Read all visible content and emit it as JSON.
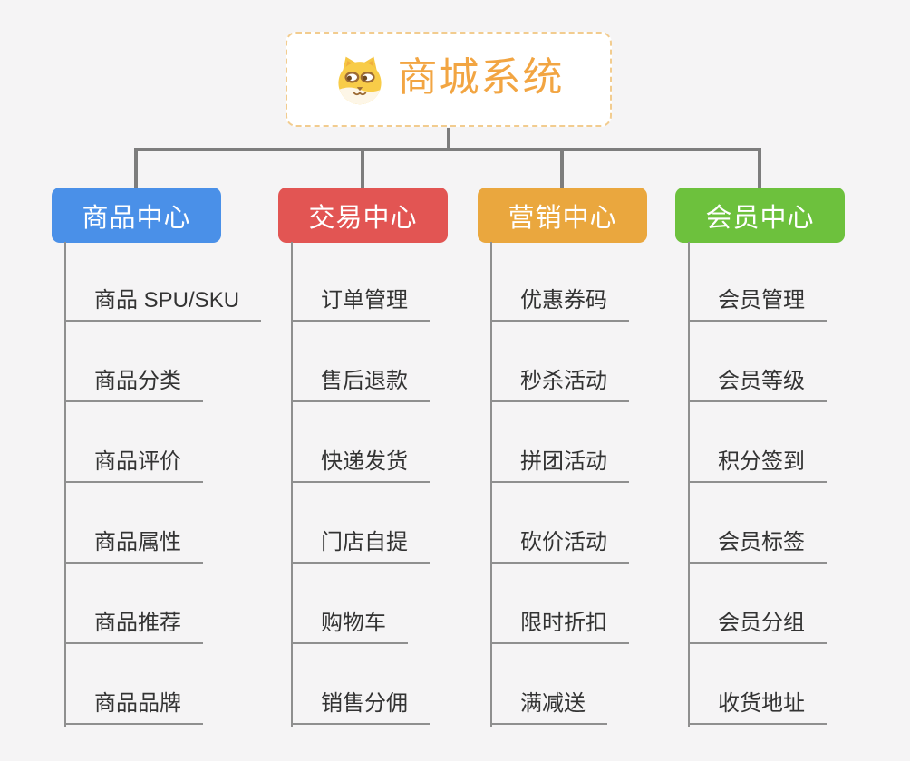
{
  "root": {
    "title": "商城系统",
    "icon": "dog-face-icon",
    "text_color": "#F2A542",
    "border_color": "#F2CC8F",
    "background": "#FFFFFF"
  },
  "branches": [
    {
      "label": "商品中心",
      "color": "#4A90E8",
      "items": [
        "商品 SPU/SKU",
        "商品分类",
        "商品评价",
        "商品属性",
        "商品推荐",
        "商品品牌"
      ]
    },
    {
      "label": "交易中心",
      "color": "#E25553",
      "items": [
        "订单管理",
        "售后退款",
        "快递发货",
        "门店自提",
        "购物车",
        "销售分佣"
      ]
    },
    {
      "label": "营销中心",
      "color": "#EAA73E",
      "items": [
        "优惠券码",
        "秒杀活动",
        "拼团活动",
        "砍价活动",
        "限时折扣",
        "满减送"
      ]
    },
    {
      "label": "会员中心",
      "color": "#6DC13D",
      "items": [
        "会员管理",
        "会员等级",
        "积分签到",
        "会员标签",
        "会员分组",
        "收货地址"
      ]
    }
  ],
  "colors": {
    "background": "#F5F4F5",
    "connector": "#7D7D7D",
    "spine": "#8F8F8F",
    "leaf_text": "#333333"
  }
}
